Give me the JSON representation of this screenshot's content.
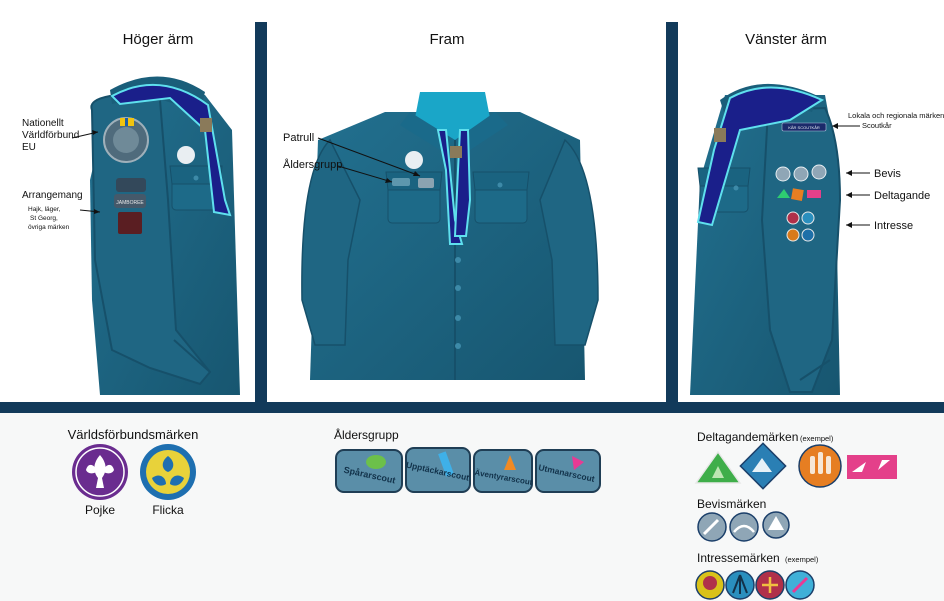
{
  "panels": {
    "right_sleeve": "Höger ärm",
    "front": "Fram",
    "left_sleeve": "Vänster ärm"
  },
  "right_sleeve_labels": {
    "national_line1": "Nationellt",
    "national_line2": "Världförbund",
    "national_line3": "EU",
    "event": "Arrangemang",
    "event_sub1": "Hajk, läger,",
    "event_sub2": "St Georg,",
    "event_sub3": "övriga märken",
    "patch_text": "JAMBOREE"
  },
  "front_labels": {
    "patrol": "Patrull",
    "age_group": "Åldersgrupp"
  },
  "left_sleeve_labels": {
    "local": "Lokala och regionala märken",
    "scout_group": "Scoutkår",
    "proof": "Bevis",
    "participation": "Deltagande",
    "interest": "Intresse",
    "group_tape": "KÅR SCOUTKÅR"
  },
  "legend": {
    "world_title": "Världsförbundsmärken",
    "boy": "Pojke",
    "girl": "Flicka",
    "age_title": "Åldersgrupp",
    "age_badges": [
      "Spårarscout",
      "Upptäckarscout",
      "Äventyrarscout",
      "Utmanarscout"
    ],
    "participation_title": "Deltagandemärken",
    "participation_note": "(exempel)",
    "proof_title": "Bevismärken",
    "interest_title": "Intressemärken",
    "interest_note": "(exempel)"
  },
  "colors": {
    "shirt": "#1c5f7a",
    "shirt_shade": "#164e66",
    "divider": "#123a5a",
    "scarf": "#1a1f8a",
    "scarf_edge": "#5fe0ee",
    "boy_badge": "#6a2c8f",
    "girl_badge": "#1e6fb0",
    "age_badge": "#4f8aa6"
  }
}
